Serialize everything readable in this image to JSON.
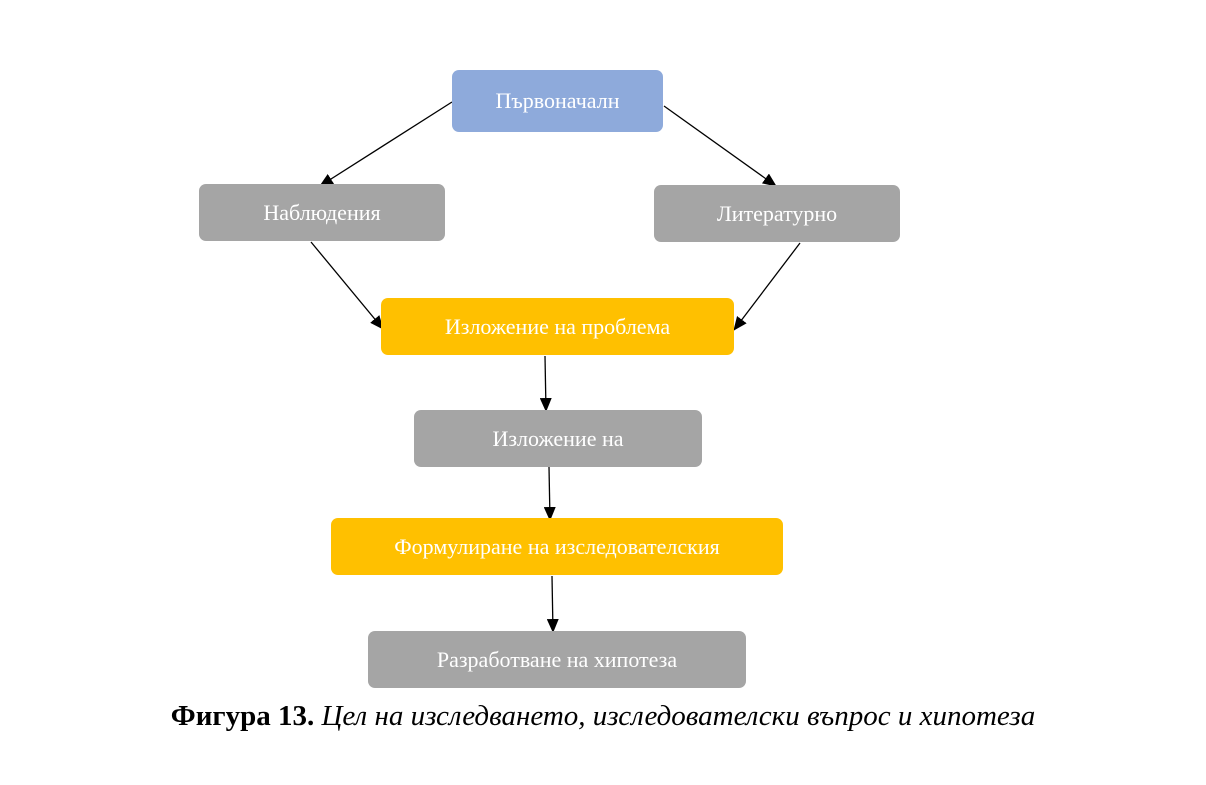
{
  "colors": {
    "blue": "#8eaadb",
    "gray": "#a5a5a5",
    "yellow": "#ffc000",
    "arrow": "#000000"
  },
  "diagram": {
    "nodes": {
      "initial": {
        "label": "Първоначалн",
        "color": "blue"
      },
      "observations": {
        "label": "Наблюдения",
        "color": "gray"
      },
      "literature": {
        "label": "Литературно",
        "color": "gray"
      },
      "problem": {
        "label": "Изложение на проблема",
        "color": "yellow"
      },
      "statement": {
        "label": "Изложение на",
        "color": "gray"
      },
      "formulation": {
        "label": "Формулиране на изследователския",
        "color": "yellow"
      },
      "hypothesis": {
        "label": "Разработване на хипотеза",
        "color": "gray"
      }
    },
    "edges": [
      {
        "from": "initial",
        "to": "observations"
      },
      {
        "from": "initial",
        "to": "literature"
      },
      {
        "from": "observations",
        "to": "problem"
      },
      {
        "from": "literature",
        "to": "problem"
      },
      {
        "from": "problem",
        "to": "statement"
      },
      {
        "from": "statement",
        "to": "formulation"
      },
      {
        "from": "formulation",
        "to": "hypothesis"
      }
    ]
  },
  "caption": {
    "label": "Фигура 13.",
    "text": "Цел на изследването, изследователски въпрос и хипотеза"
  }
}
